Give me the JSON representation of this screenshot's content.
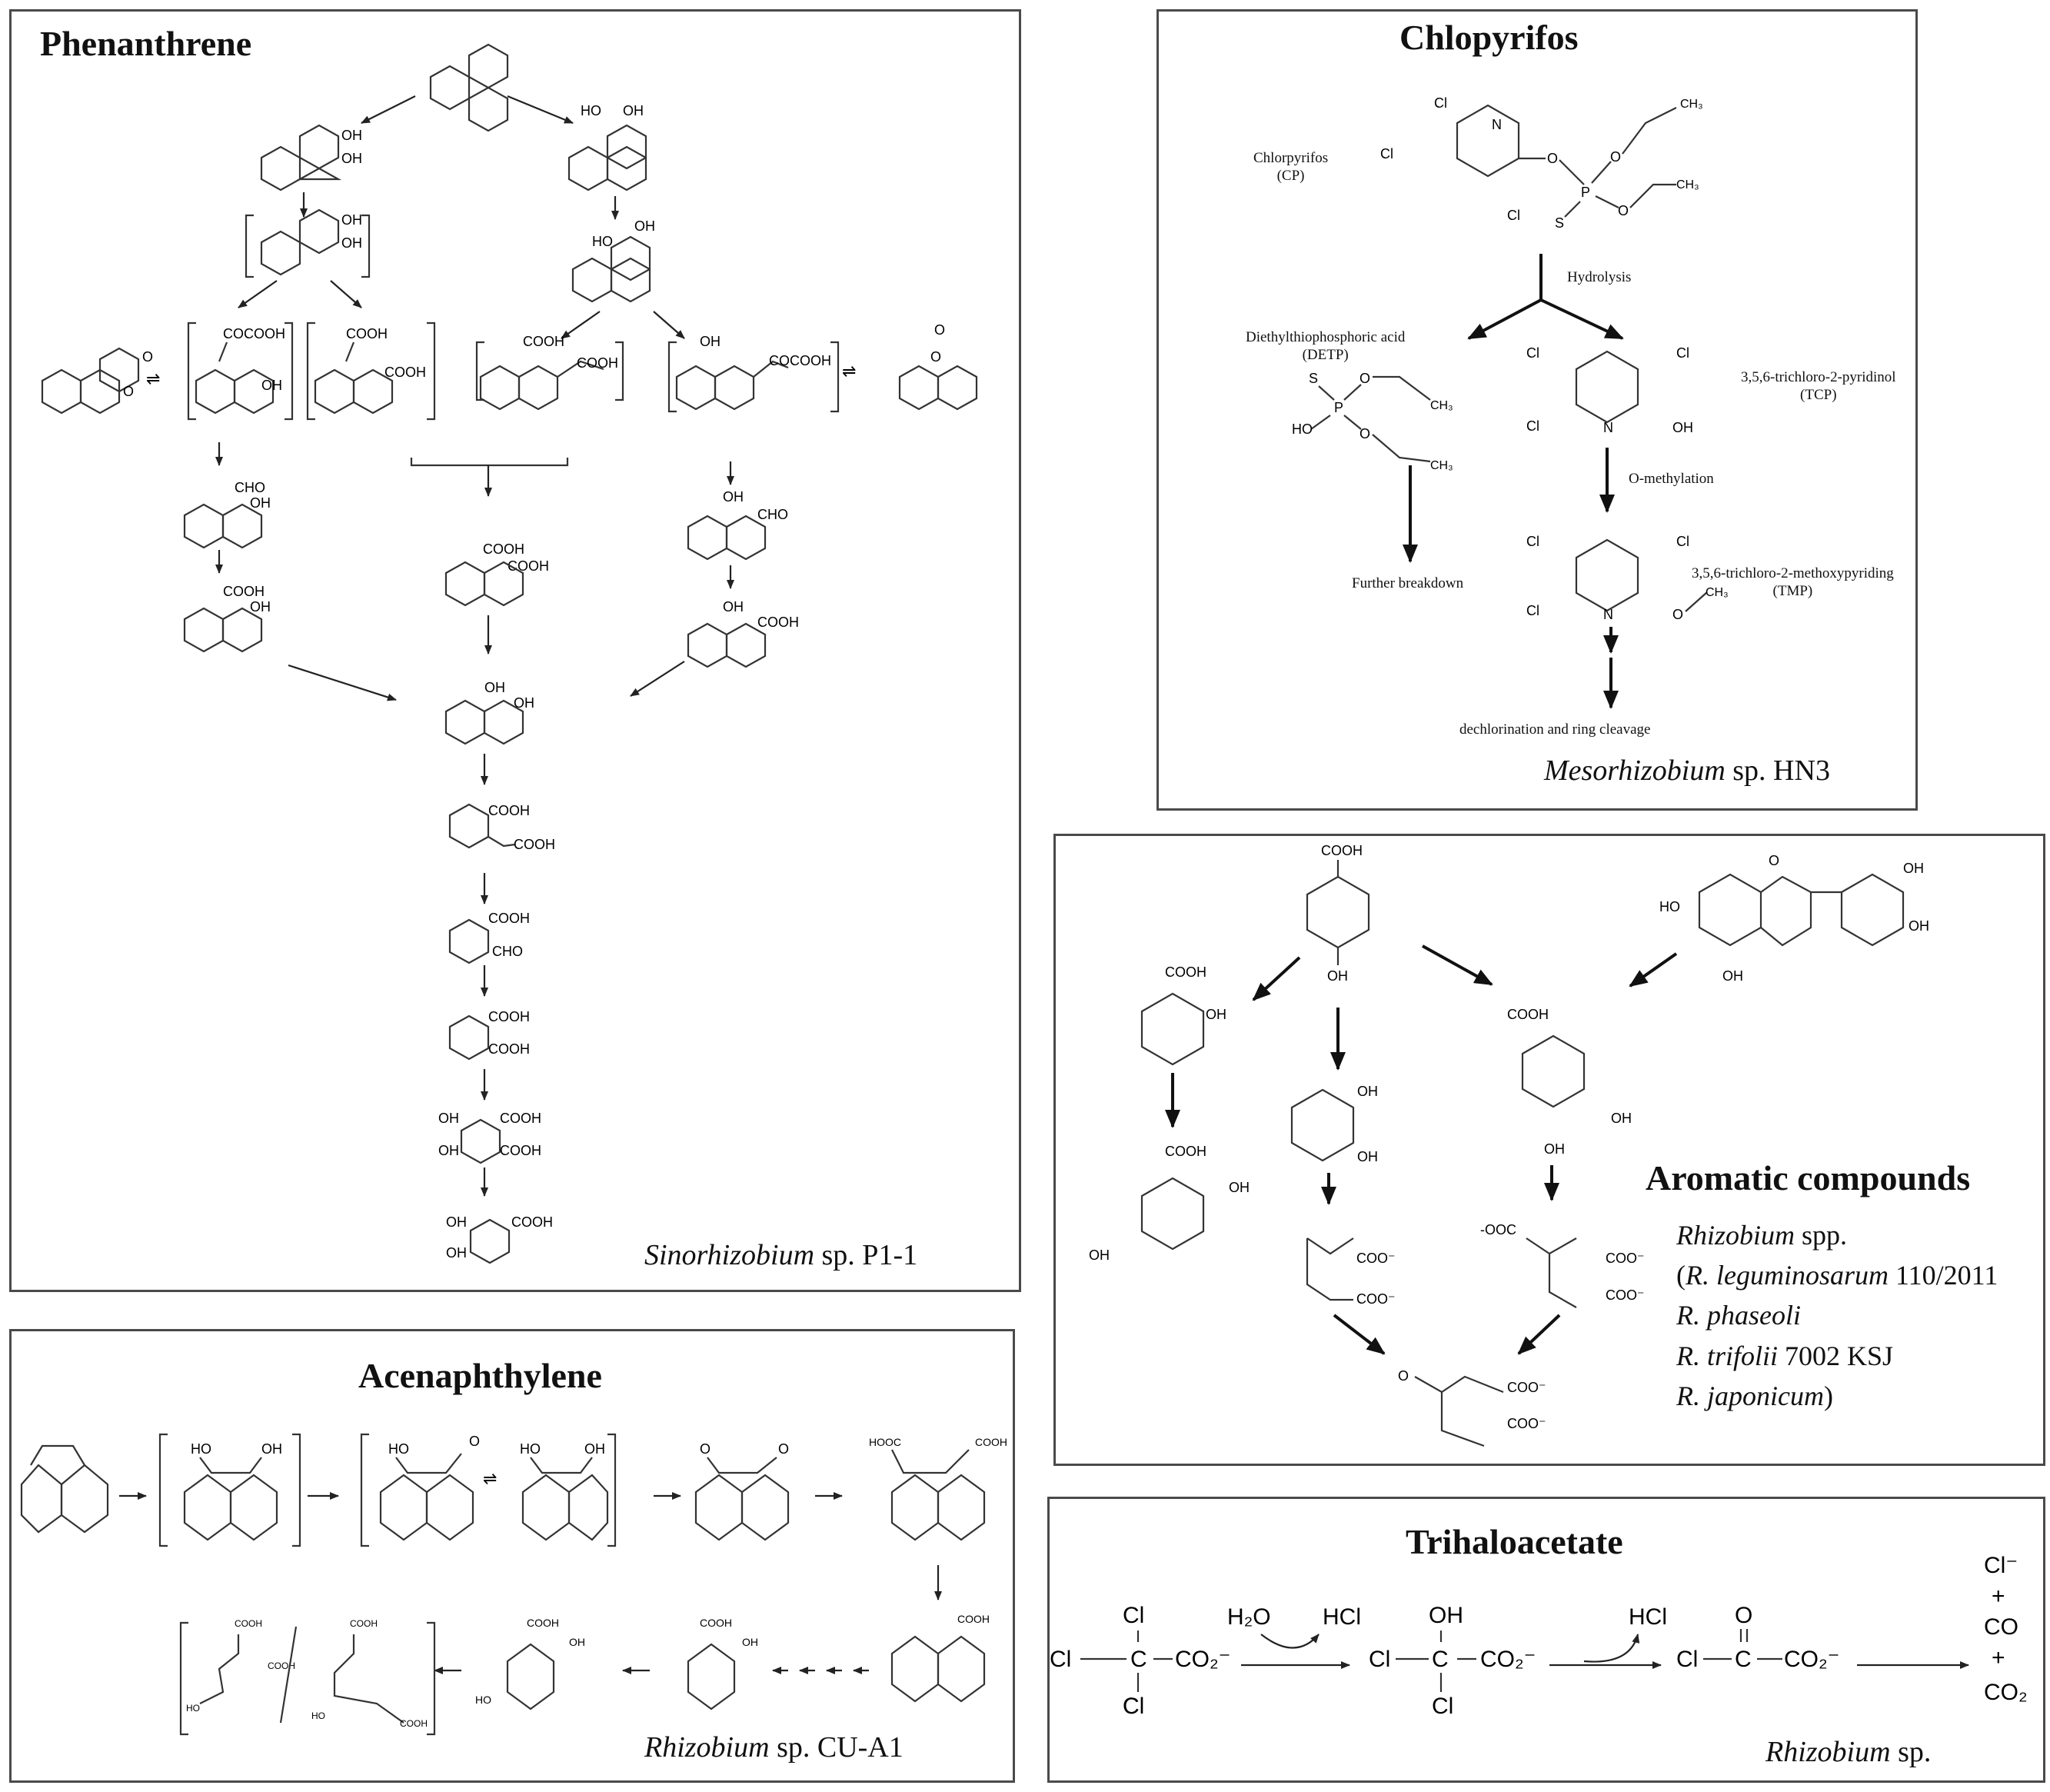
{
  "phenanthrene": {
    "title": "Phenanthrene",
    "organism_italic": "Sinorhizobium",
    "organism_rest": " sp. P1-1"
  },
  "chlorpyrifos": {
    "title": "Chlopyrifos",
    "compound_name": "Chlorpyrifos",
    "compound_abbr": "(CP)",
    "step1": "Hydrolysis",
    "detp_name": "Diethylthiophosphoric acid",
    "detp_abbr": "(DETP)",
    "tcp_name": "3,5,6-trichloro-2-pyridinol",
    "tcp_abbr": "(TCP)",
    "step2": "O-methylation",
    "tmp_name": "3,5,6-trichloro-2-methoxypyriding",
    "tmp_abbr": "(TMP)",
    "further": "Further breakdown",
    "final": "dechlorination and ring cleavage",
    "organism_italic": "Mesorhizobium",
    "organism_rest": " sp. HN3"
  },
  "aromatic": {
    "title": "Aromatic compounds",
    "strains": [
      {
        "italic": "Rhizobium",
        "rest": "  spp."
      },
      {
        "pre": "(",
        "italic": "R. leguminosarum",
        "rest": " 110/2011"
      },
      {
        "italic": "R. phaseoli",
        "rest": ""
      },
      {
        "italic": "R. trifolii",
        "rest": " 7002 KSJ"
      },
      {
        "italic": "R. japonicum",
        "rest": ")"
      }
    ]
  },
  "acenaphthylene": {
    "title": "Acenaphthylene",
    "organism_italic": "Rhizobium",
    "organism_rest": " sp. CU-A1"
  },
  "trihaloacetate": {
    "title": "Trihaloacetate",
    "organism_italic": "Rhizobium",
    "organism_rest": " sp."
  },
  "icons": [
    "arrow-icon",
    "equilibrium-icon",
    "benzene-ring-icon"
  ]
}
